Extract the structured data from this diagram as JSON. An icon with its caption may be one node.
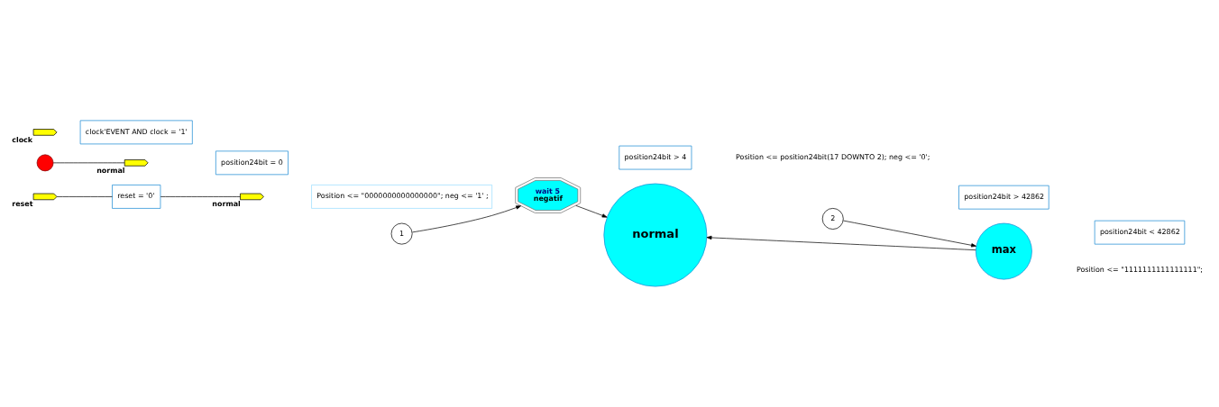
{
  "diagram": {
    "nodes": [
      {
        "text": [],
        "shape": "circle"
      },
      {
        "text": [],
        "shape": "box",
        "beside": [
          "normal"
        ]
      },
      {
        "text": [],
        "shape": "box",
        "beside": [
          "clock"
        ]
      },
      {
        "text": [
          "clock'EVENT AND clock = '1'"
        ]
      },
      {
        "text": [],
        "shape": "box",
        "beside": [
          "reset"
        ]
      },
      {
        "text": [
          "reset = '0'"
        ]
      },
      {
        "text": [],
        "shape": "box",
        "beside": [
          "normal"
        ]
      },
      {
        "text": [
          "Position <= \"0000000000000000\"; neg <= '1' ;"
        ]
      },
      {
        "text": [
          "position24bit = 0"
        ]
      },
      {
        "text": [
          "wait 5",
          "negatif"
        ]
      },
      {
        "text": [
          "normal"
        ]
      },
      {
        "text": [
          "1"
        ]
      },
      {
        "text": [
          "2"
        ]
      },
      {
        "text": [
          "position24bit > 42862"
        ]
      },
      {
        "text": [
          "max"
        ]
      },
      {
        "text": [
          "position24bit > 4"
        ]
      },
      {
        "text": [
          "position24bit < 42862"
        ]
      }
    ],
    "edges": [
      {
        "from": 0,
        "to": 1,
        "arrow": "none"
      },
      {
        "from": 4,
        "to": 5,
        "arrow": "none"
      },
      {
        "from": 5,
        "to": 6,
        "arrow": "none"
      },
      {
        "from": 11,
        "to": 9,
        "arrow": "to"
      },
      {
        "from": 9,
        "to": 10,
        "arrow": "to"
      },
      {
        "from": 12,
        "to": 14,
        "arrow": "to"
      },
      {
        "from": 14,
        "to": 10,
        "arrow": "to"
      }
    ],
    "labels": [
      "Position <= position24bit(17 DOWNTO 2); neg <= '0';",
      "Position <= \"1111111111111111\";"
    ]
  }
}
